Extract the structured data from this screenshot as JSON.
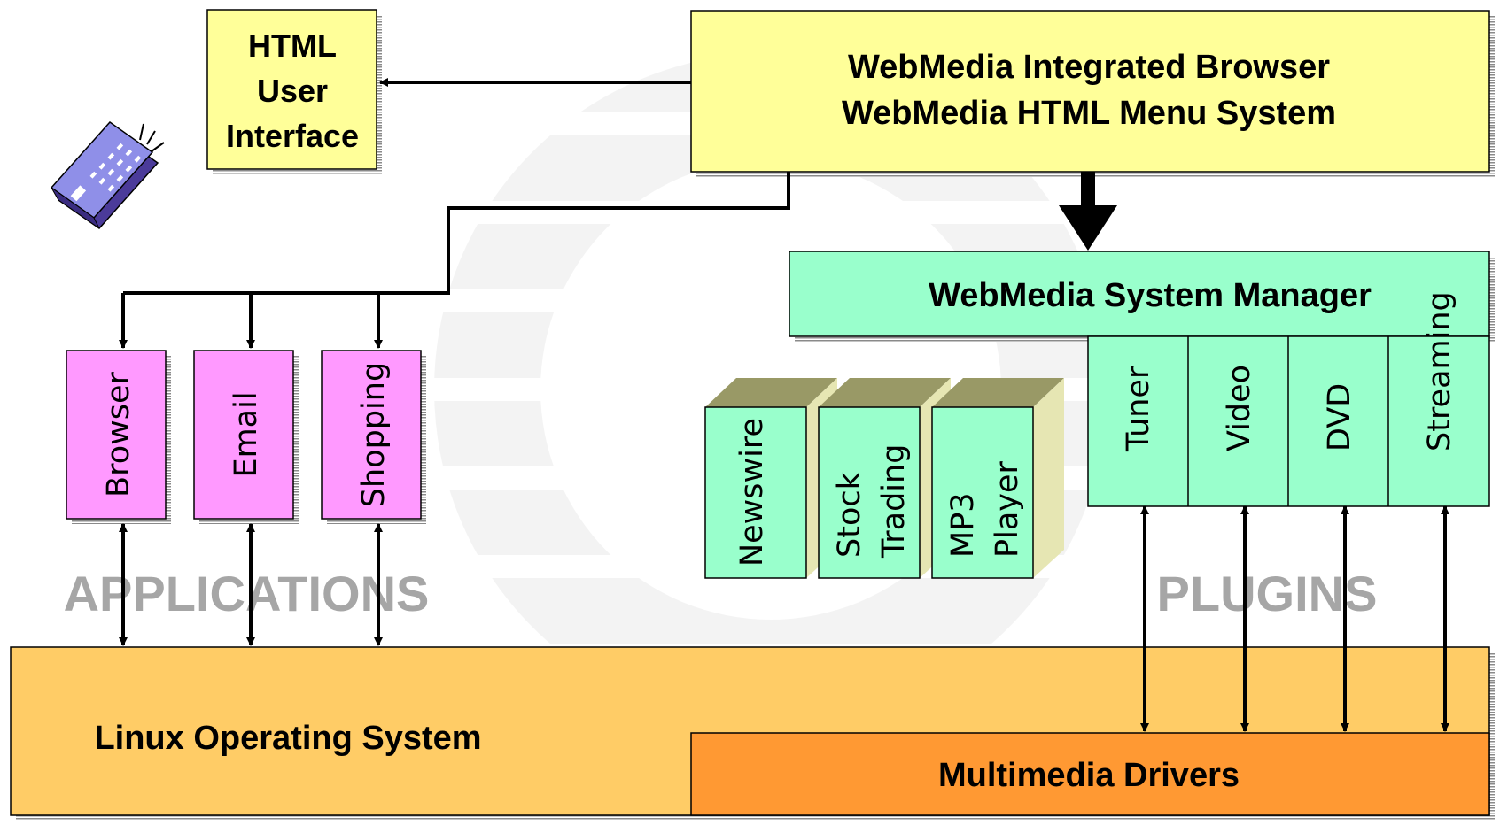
{
  "top": {
    "html_ui": [
      "HTML",
      "User",
      "Interface"
    ],
    "browser_lines": [
      "WebMedia Integrated Browser",
      "WebMedia HTML Menu System"
    ]
  },
  "system_manager": "WebMedia System Manager",
  "applications": {
    "label": "APPLICATIONS",
    "items": [
      "Browser",
      "Email",
      "Shopping"
    ]
  },
  "services": [
    [
      "Newswire"
    ],
    [
      "Stock",
      "Trading"
    ],
    [
      "MP3",
      "Player"
    ]
  ],
  "plugins": {
    "label": "PLUGINS",
    "items": [
      "Tuner",
      "Video",
      "DVD",
      "Streaming"
    ]
  },
  "os": "Linux Operating System",
  "drivers": "Multimedia Drivers",
  "colors": {
    "yellow_box": "#ffff99",
    "green_box": "#99ffcc",
    "pink_box": "#ff99ff",
    "os_fill": "#ffcc66",
    "drivers_fill": "#ff9933",
    "cube_top": "#999966",
    "cube_side": "#e6e6b3",
    "ghost_text": "#a6a6a6"
  },
  "icons": [
    "remote-control-icon"
  ]
}
